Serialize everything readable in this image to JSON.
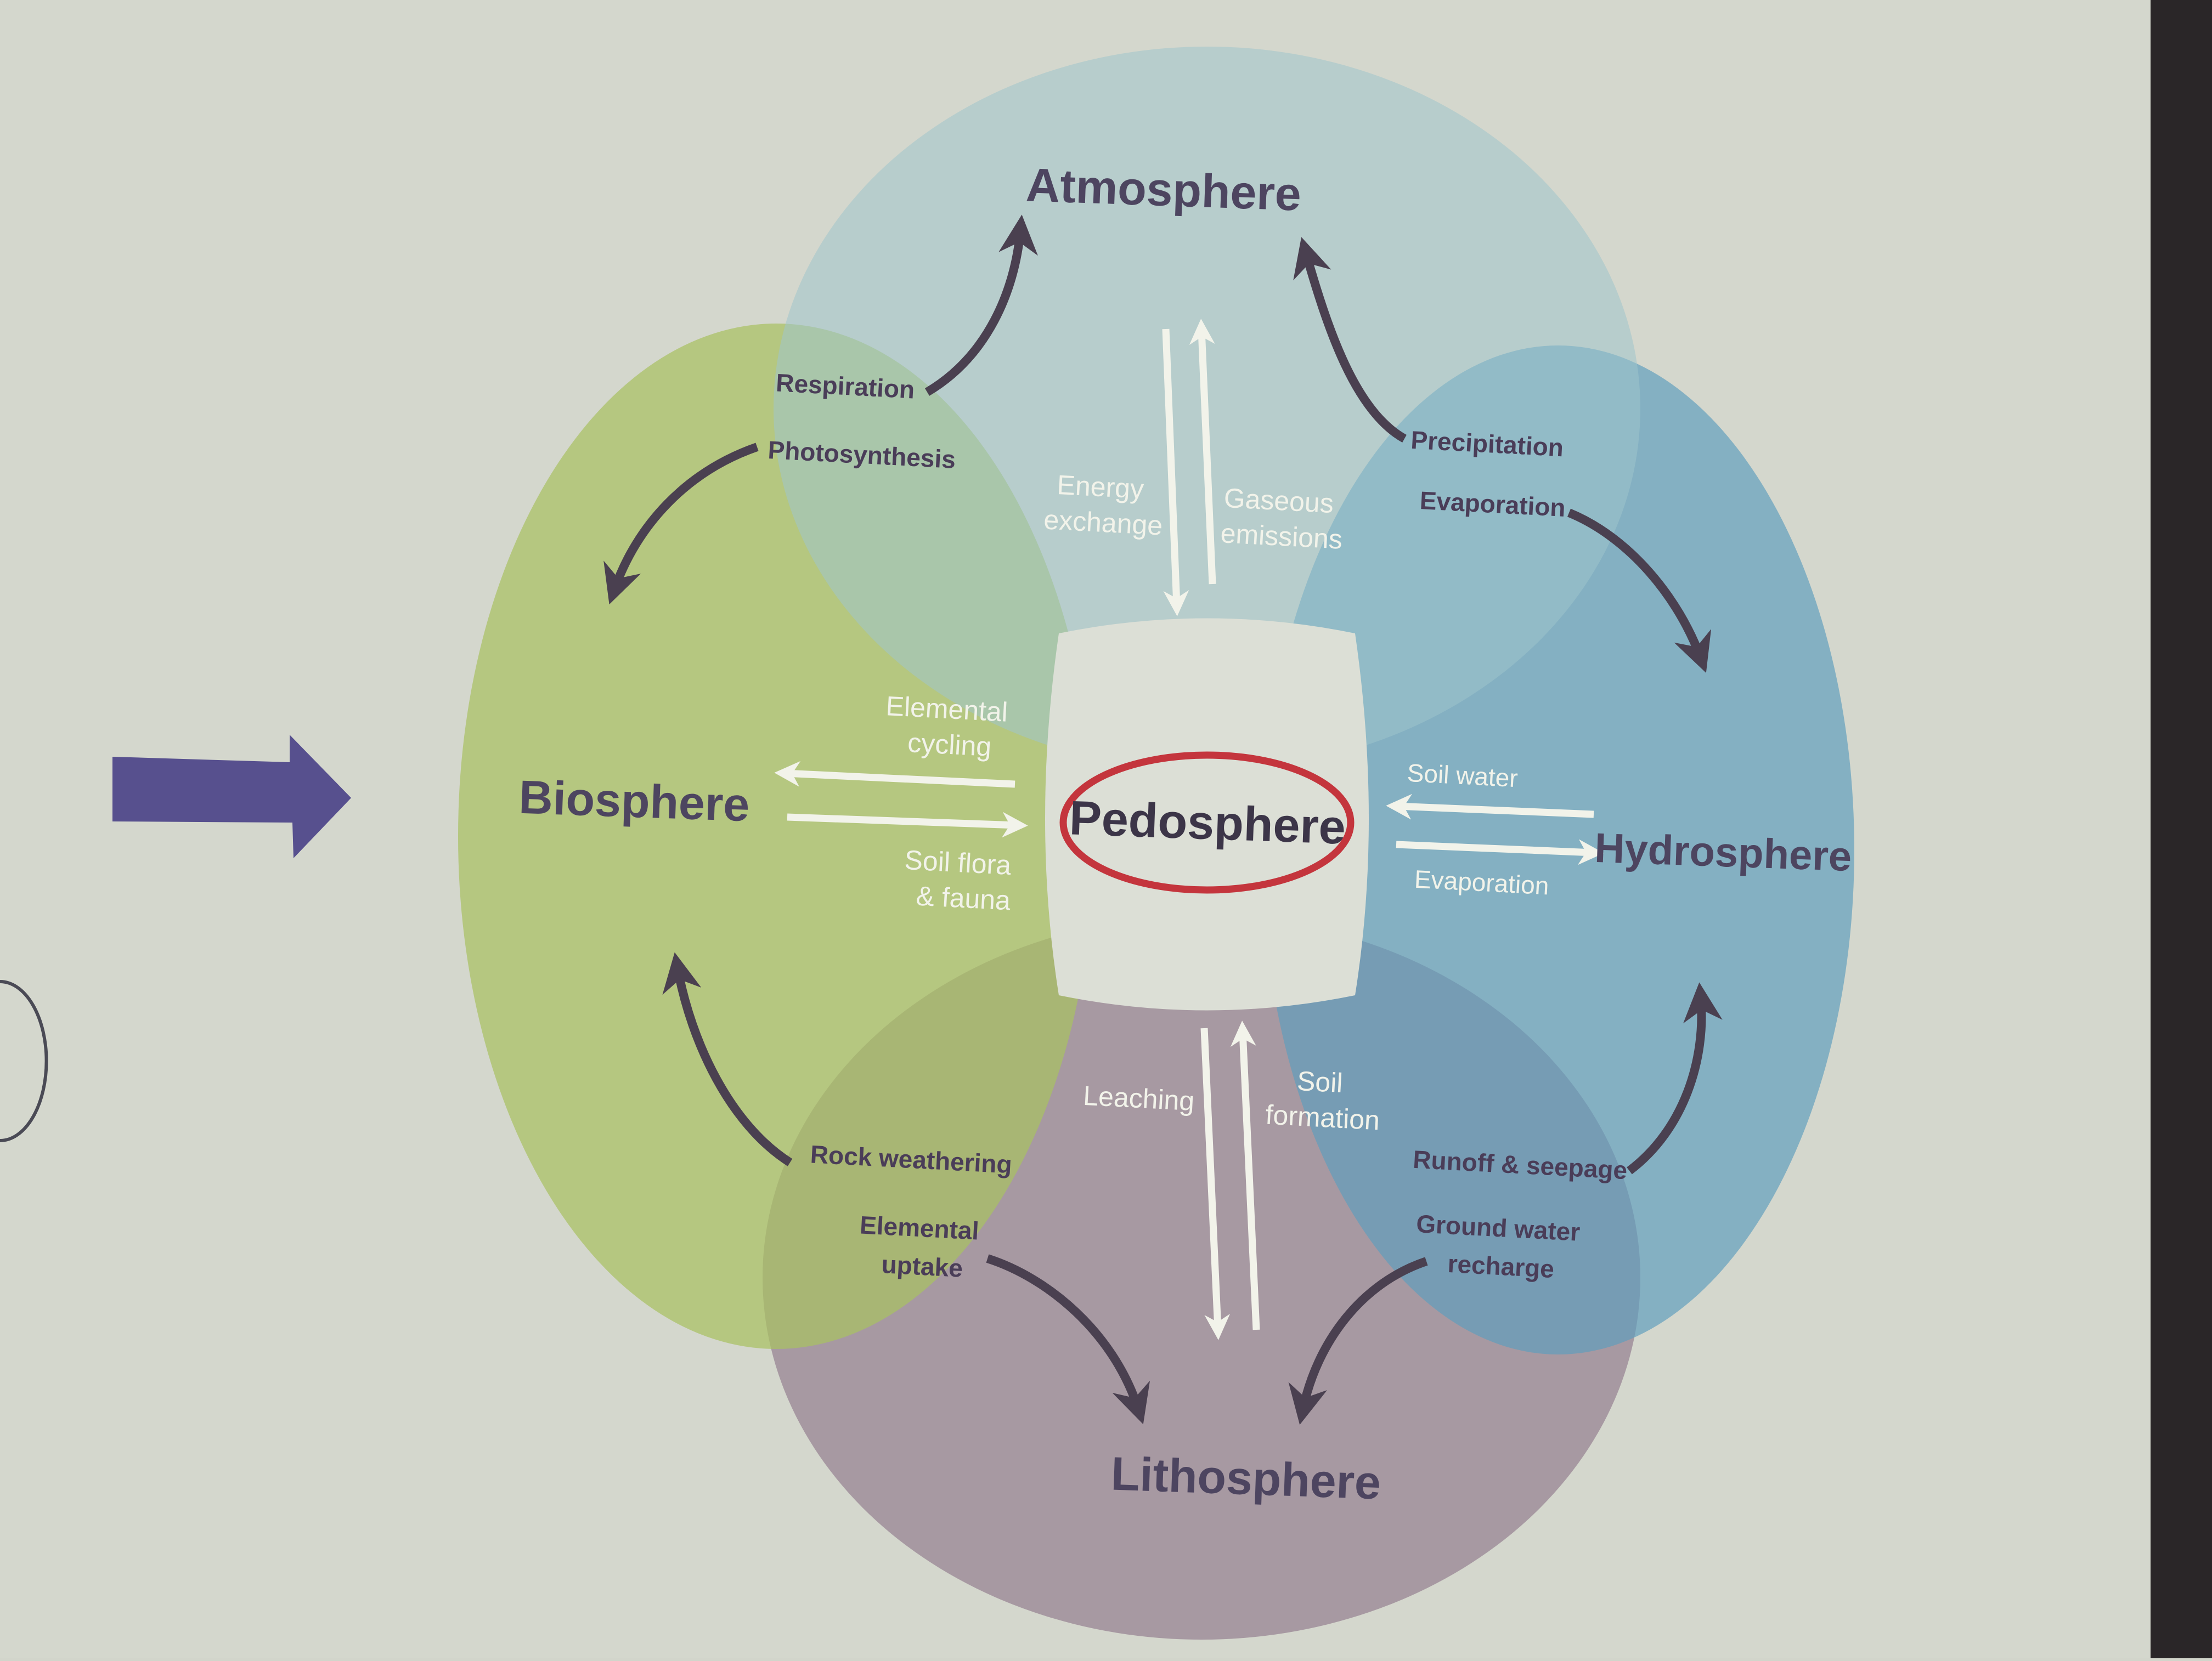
{
  "spheres": {
    "atmosphere": "Atmosphere",
    "biosphere": "Biosphere",
    "hydrosphere": "Hydrosphere",
    "lithosphere": "Lithosphere",
    "pedosphere": "Pedosphere"
  },
  "processes": {
    "respiration": "Respiration",
    "photosynthesis": "Photosynthesis",
    "precipitation": "Precipitation",
    "evaporation_atmo": "Evaporation",
    "energy_exchange": [
      "Energy",
      "exchange"
    ],
    "gaseous_emissions": [
      "Gaseous",
      "emissions"
    ],
    "elemental_cycling": [
      "Elemental",
      "cycling"
    ],
    "soil_flora_fauna": [
      "Soil flora",
      "& fauna"
    ],
    "soil_water": "Soil water",
    "evaporation_hydro": "Evaporation",
    "leaching": "Leaching",
    "soil_formation": [
      "Soil",
      "formation"
    ],
    "rock_weathering": "Rock weathering",
    "runoff_seepage": "Runoff & seepage",
    "elemental_uptake": [
      "Elemental",
      "uptake"
    ],
    "ground_water_recharge": [
      "Ground water",
      "recharge"
    ]
  },
  "colors": {
    "background": "#d2d5cb",
    "atmosphere": "#9fc4cc",
    "biosphere": "#a9c063",
    "hydrosphere": "#5f9dbc",
    "lithosphere": "#9e8b98",
    "pointer_arrow": "#57508e",
    "pedosphere_ring": "#c4353d",
    "dark_arrow": "#4a4050",
    "light_arrow": "#f2f3ea"
  }
}
